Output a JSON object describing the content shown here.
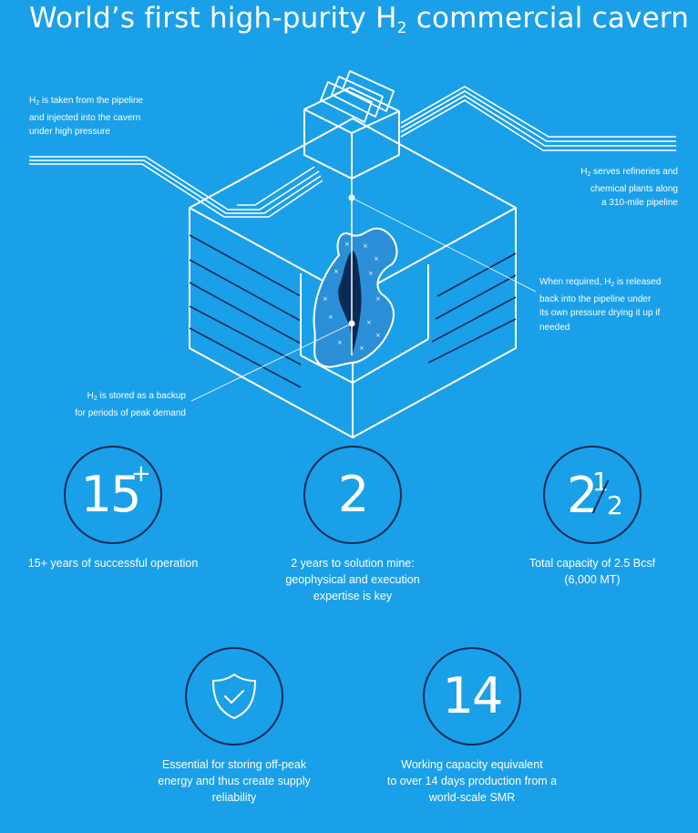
{
  "title": {
    "main": "World’s first high-purity H",
    "sub": "2",
    "rest": " commercial cavern"
  },
  "callouts": {
    "taken": {
      "h": "H",
      "sub": "2",
      "text": " is taken from the pipeline",
      "line2": "and injected into the cavern",
      "line3": "under high pressure"
    },
    "serves": {
      "h": "H",
      "sub": "2",
      "text": " serves refineries and",
      "line2": "chemical plants along",
      "line3": "a 310-mile pipeline"
    },
    "released": {
      "pre": "When required, H",
      "sub": "2",
      "text": " is released",
      "line2": "back into the pipeline under",
      "line3": "its own pressure drying it up if",
      "line4": "needed"
    },
    "stored": {
      "h": "H",
      "sub": "2",
      "text": " is stored as a backup",
      "line2": "for periods of peak demand"
    }
  },
  "stats": [
    {
      "number": "15",
      "superscript": "+",
      "caption_l1": "15+ years of successful operation",
      "caption_l2": "",
      "caption_l3": ""
    },
    {
      "number": "2",
      "caption_l1": "2 years to solution mine:",
      "caption_l2": "geophysical and execution",
      "caption_l3": "expertise is key"
    },
    {
      "whole": "2",
      "numerator": "1",
      "denominator": "2",
      "caption_l1": "Total capacity of 2.5 Bcsf",
      "caption_l2": "(6,000 MT)",
      "caption_l3": ""
    },
    {
      "icon": "shield-check-icon",
      "caption_l1": "Essential for storing off-peak",
      "caption_l2": "energy and thus create supply",
      "caption_l3": "reliability"
    },
    {
      "number": "14",
      "caption_l1": "Working capacity equivalent",
      "caption_l2": "to over 14 days production from a",
      "caption_l3": "world-scale SMR"
    }
  ],
  "colors": {
    "background": "#1aa0e8",
    "line": "#ffffff",
    "dark": "#0b2a55",
    "cavern": "#2b8fd8"
  }
}
